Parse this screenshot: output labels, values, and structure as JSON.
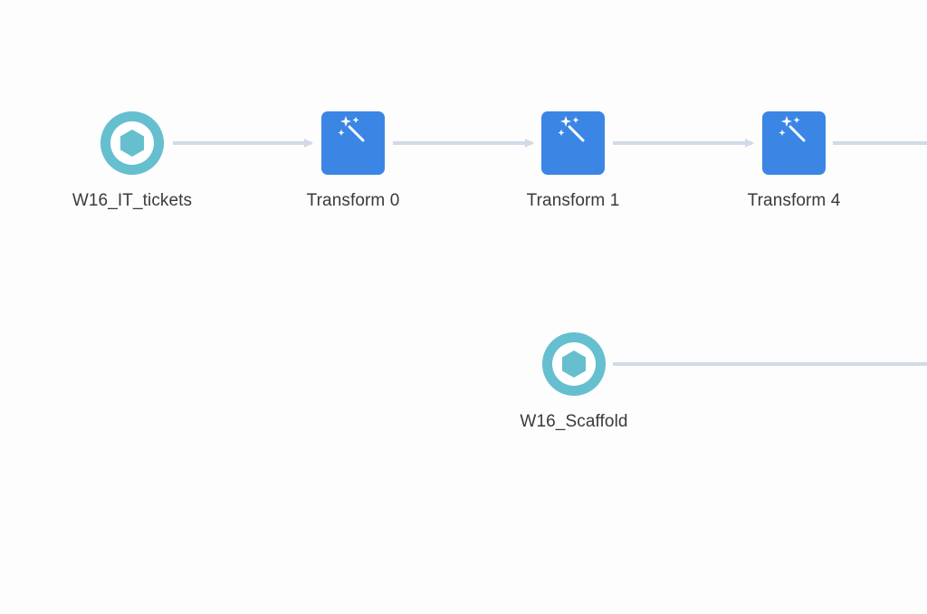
{
  "colors": {
    "input_ring": "#65bfcf",
    "transform_fill": "#3b86e5",
    "edge": "#d2d9e8",
    "label": "#3a3a3a",
    "icon": "#ffffff"
  },
  "nodes": [
    {
      "id": "input-tickets",
      "type": "input",
      "label": "W16_IT_tickets",
      "icon": "hexagon-icon"
    },
    {
      "id": "transform-0",
      "type": "transform",
      "label": "Transform 0",
      "icon": "magic-wand-icon"
    },
    {
      "id": "transform-1",
      "type": "transform",
      "label": "Transform 1",
      "icon": "magic-wand-icon"
    },
    {
      "id": "transform-4",
      "type": "transform",
      "label": "Transform 4",
      "icon": "magic-wand-icon"
    },
    {
      "id": "input-scaffold",
      "type": "input",
      "label": "W16_Scaffold",
      "icon": "hexagon-icon"
    }
  ],
  "edges": [
    {
      "from": "input-tickets",
      "to": "transform-0"
    },
    {
      "from": "transform-0",
      "to": "transform-1"
    },
    {
      "from": "transform-1",
      "to": "transform-4"
    },
    {
      "from": "transform-4",
      "to": "offscreen-right"
    },
    {
      "from": "input-scaffold",
      "to": "offscreen-right"
    }
  ]
}
